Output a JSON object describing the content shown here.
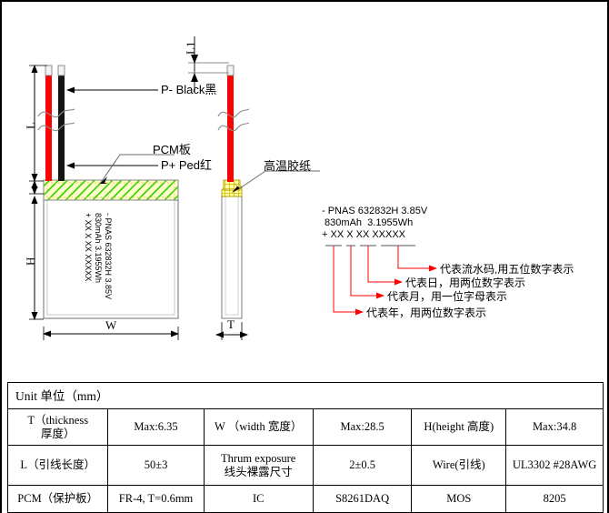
{
  "drawing": {
    "left_view": {
      "label_negative": "P- Black黑",
      "label_positive": "P+ Ped红",
      "label_pcm": "PCM板",
      "dim_lead_length": "L",
      "dim_height": "H",
      "dim_width": "W",
      "cell_text": "- PNAS 632832H 3.85V\n830mAh 3.1955Wh\n+ XX X XX XXXXX"
    },
    "side_view": {
      "dim_strip": "L1",
      "dim_thickness": "T",
      "label_tape": "高温胶纸"
    },
    "annotation": {
      "code_line1": "- PNAS 632832H 3.85V",
      "code_line2": " 830mAh  3.1955Wh",
      "code_line3": "+ XX X XX XXXXX",
      "callouts": [
        "代表流水码,用五位数字表示",
        "代表日，用两位数字表示",
        "代表月，用一位字母表示",
        "代表年，用两位数字表示"
      ]
    },
    "colors": {
      "wire_positive": "#ff0000",
      "wire_negative": "#111111",
      "pcm_fill": "#ffffcc",
      "pcm_hatch": "#33cc00",
      "tape_fill": "#ffffaa",
      "tape_hatch": "#d4b800",
      "callout_red": "#ff0000",
      "outline": "#888888"
    }
  },
  "table": {
    "unit_label": "Unit 单位（mm）",
    "rows": [
      [
        {
          "text": "T（thickness\n厚度）"
        },
        {
          "text": "Max:6.35"
        },
        {
          "text": "W （width 宽度）"
        },
        {
          "text": "Max:28.5"
        },
        {
          "text": "H(height 高度)"
        },
        {
          "text": "Max:34.8"
        }
      ],
      [
        {
          "text": "L（引线长度）"
        },
        {
          "text": "50±3"
        },
        {
          "text": "Thrum  exposure\n线头裸露尺寸"
        },
        {
          "text": "2±0.5"
        },
        {
          "text": "Wire(引线)"
        },
        {
          "text": "UL3302 #28AWG"
        }
      ],
      [
        {
          "text": "PCM（保护板）"
        },
        {
          "text": "FR-4, T=0.6mm"
        },
        {
          "text": "IC"
        },
        {
          "text": "S8261DAQ"
        },
        {
          "text": "MOS"
        },
        {
          "text": "8205"
        }
      ]
    ]
  }
}
